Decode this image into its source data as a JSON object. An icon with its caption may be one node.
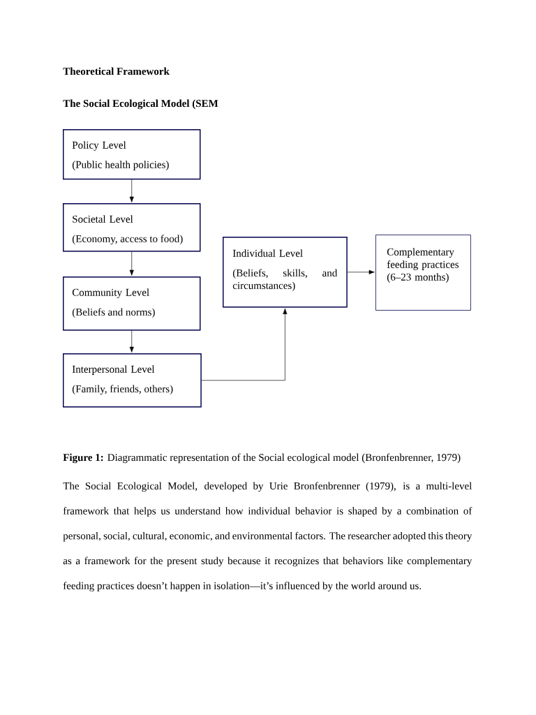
{
  "diagram": {
    "title": "Theoretical Framework",
    "caption": "**Figure 1:** Diagrammatic representation of the Social ecological model (Bronfenbrenner, 1979)",
    "nodes": [
      {
        "text": [
          "Policy Level",
          "(Public health policies)"
        ]
      },
      {
        "text": [
          "Societal Level",
          "(Economy, access to food)"
        ]
      },
      {
        "text": [
          "Community Level",
          "(Beliefs and norms)"
        ]
      },
      {
        "text": [
          "Interpersonal Level",
          "(Family, friends, others)"
        ]
      },
      {
        "text": [
          "Individual Level",
          "(Beliefs, skills, and circumstances)"
        ]
      },
      {
        "text": [
          "Complementary feeding practices (6–23 months)"
        ]
      }
    ],
    "edges": [
      {
        "from": 0,
        "to": 1,
        "arrow": "to"
      },
      {
        "from": 1,
        "to": 2,
        "arrow": "to"
      },
      {
        "from": 2,
        "to": 3,
        "arrow": "to"
      },
      {
        "from": 3,
        "to": 4,
        "arrow": "to"
      },
      {
        "from": 4,
        "to": 5,
        "arrow": "to"
      }
    ],
    "labels": [
      "The Social Ecological Model (SEM",
      "The Social Ecological Model, developed by Urie Bronfenbrenner (1979), is a multi-level framework that helps us understand how individual behavior is shaped by a combination of personal, social, cultural, economic, and environmental factors. The researcher adopted this theory as a framework for the present study because it recognizes that behaviors like complementary feeding practices doesn’t happen in isolation—it’s influenced by the world around us."
    ]
  }
}
